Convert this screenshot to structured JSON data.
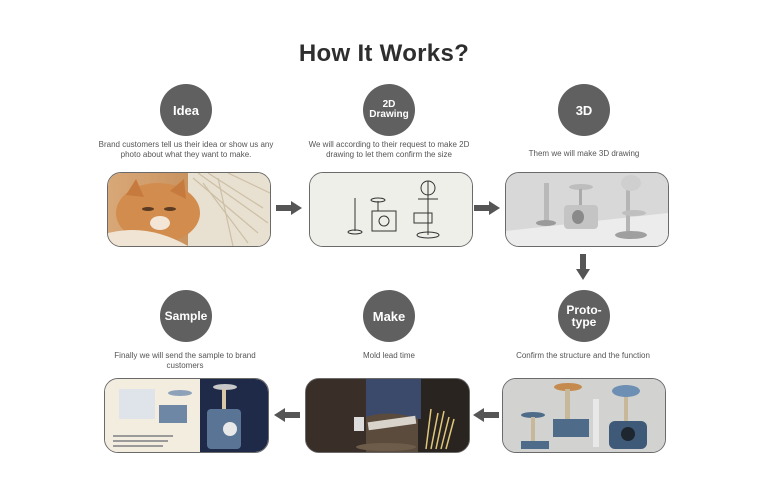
{
  "title": "How It Works?",
  "steps": [
    {
      "label": "Idea",
      "desc": "Brand customers tell us their idea or show us any photo about what they want to make."
    },
    {
      "label": "2D Drawing",
      "desc": "We will according to their request to make 2D drawing to let them confirm  the size"
    },
    {
      "label": "3D",
      "desc": "Them we will make 3D drawing"
    },
    {
      "label": "Proto-type",
      "desc": "Confirm the structure and the function"
    },
    {
      "label": "Make",
      "desc": "Mold lead time"
    },
    {
      "label": "Sample",
      "desc": "Finally we will send the sample to brand customers"
    }
  ],
  "colors": {
    "circle": "#606060",
    "arrow": "#555555",
    "frame_border": "#6a6a6a"
  }
}
